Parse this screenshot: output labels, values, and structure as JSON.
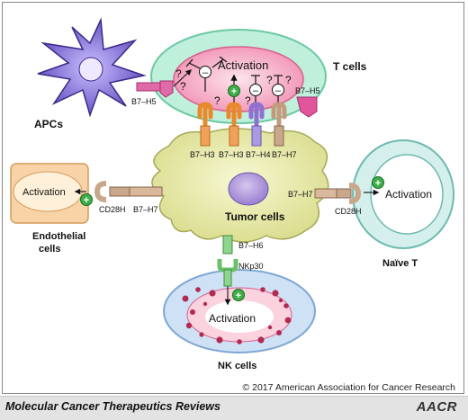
{
  "labels": {
    "t_cells": "T cells",
    "apcs": "APCs",
    "tumor_cells": "Tumor cells",
    "endothelial": [
      "Endothelial",
      "cells"
    ],
    "naive_t": "Naïve T",
    "nk_cells": "NK cells"
  },
  "activation": "Activation",
  "molecules": {
    "b7h5_apc": "B7–H5",
    "b7h5_t": "B7–H5",
    "b7h3_a": "B7–H3",
    "b7h3_b": "B7–H3",
    "b7h4": "B7–H4",
    "b7h7_top": "B7–H7",
    "cd28h_left": "CD28H",
    "b7h7_left": "B7–H7",
    "b7h7_right": "B7–H7",
    "cd28h_right": "CD28H",
    "b7h6": "B7–H6",
    "nkp30": "NKp30"
  },
  "signs": {
    "plus": "+",
    "minus": "–",
    "question": "?"
  },
  "footer": {
    "copyright": "© 2017 American Association for Cancer Research",
    "journal": "Molecular Cancer Therapeutics Reviews",
    "publisher": "AACR"
  },
  "colors": {
    "t_cell_outer": "#a8e6cf",
    "t_cell_inner": "#f6a8c4",
    "tumor": "#e6e8a6",
    "tumor_nucleus": "#b9a0d9",
    "endothelial": "#f6c89a",
    "naive_t": "#c7e8e4",
    "nk_outer": "#b9d3ee",
    "nk_inner": "#f7b5cc",
    "apc": "#6f57c9",
    "positive": "#3fae49"
  }
}
